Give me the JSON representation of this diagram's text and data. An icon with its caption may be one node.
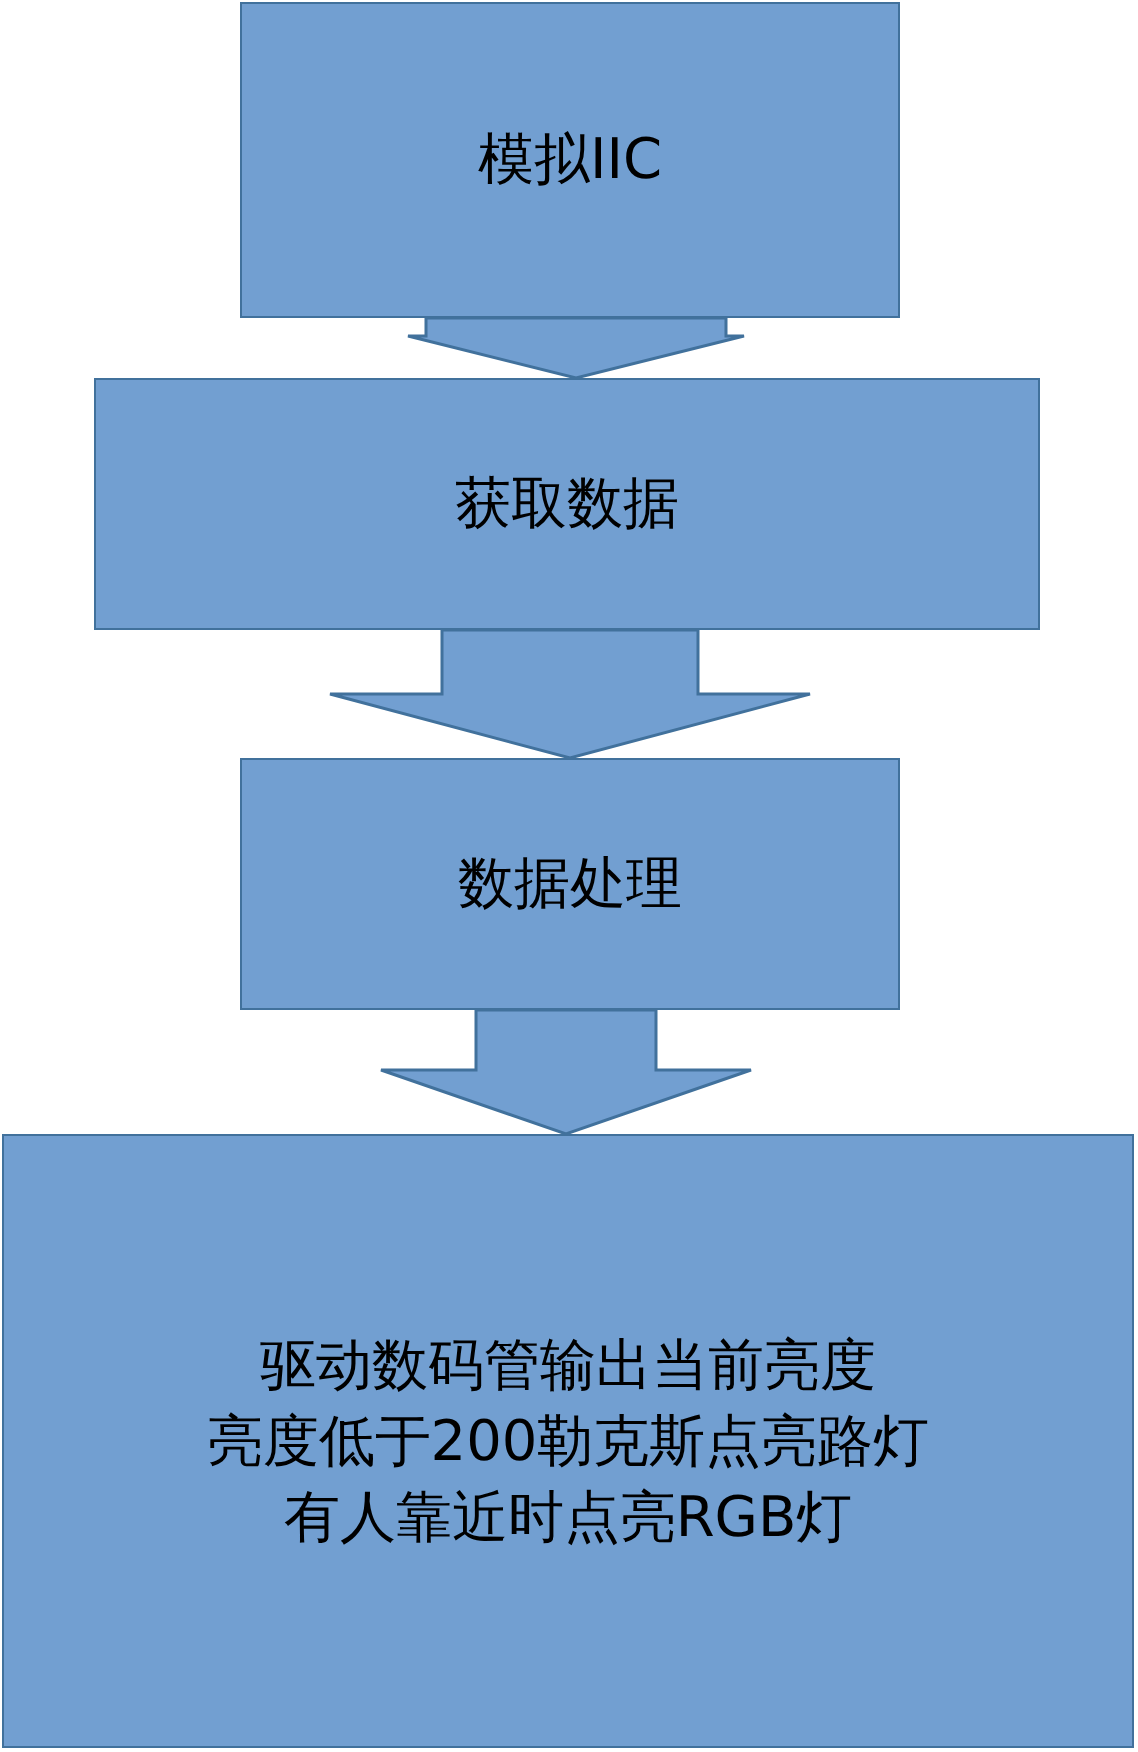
{
  "diagram": {
    "nodes": [
      {
        "text": [
          "模拟IIC"
        ]
      },
      {
        "text": [
          "获取数据"
        ]
      },
      {
        "text": [
          "数据处理"
        ]
      },
      {
        "text": [
          "驱动数码管输出当前亮度",
          "亮度低于200勒克斯点亮路灯",
          "有人靠近时点亮RGB灯"
        ]
      }
    ],
    "edges": [
      {
        "from": 0,
        "to": 1,
        "arrow": "to"
      },
      {
        "from": 1,
        "to": 2,
        "arrow": "to"
      },
      {
        "from": 2,
        "to": 3,
        "arrow": "to"
      }
    ]
  }
}
